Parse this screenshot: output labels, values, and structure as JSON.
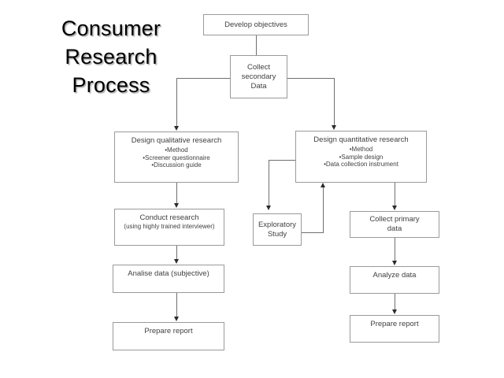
{
  "title": {
    "line1": "Consumer",
    "line2": "Research",
    "line3": "Process"
  },
  "diagram": {
    "type": "flowchart",
    "nodes": {
      "develop_objectives": {
        "label": "Develop objectives"
      },
      "collect_secondary": {
        "line1": "Collect",
        "line2": "secondary",
        "line3": "Data"
      },
      "design_qualitative": {
        "title": "Design qualitative research",
        "bullet1": "•Method",
        "bullet2": "•Screener questionnaire",
        "bullet3": "•Discussion guide"
      },
      "design_quantitative": {
        "title": "Design quantitative research",
        "bullet1": "•Method",
        "bullet2": "•Sample design",
        "bullet3": "•Data collection instrument"
      },
      "conduct_research": {
        "title": "Conduct research",
        "subtitle": "(using highly trained interviewer)"
      },
      "exploratory_study": {
        "line1": "Exploratory",
        "line2": "Study"
      },
      "collect_primary": {
        "line1": "Collect primary",
        "line2": "data"
      },
      "analise_data_subjective": {
        "label": "Analise data (subjective)"
      },
      "analyze_data": {
        "label": "Analyze data"
      },
      "prepare_report_left": {
        "label": "Prepare report"
      },
      "prepare_report_right": {
        "label": "Prepare report"
      }
    },
    "colors": {
      "box_border": "#9a9a9a",
      "box_text": "#404040",
      "connector": "#6f6f6f",
      "arrow": "#2b2b2b",
      "title_text": "#000000",
      "background": "#ffffff"
    }
  }
}
